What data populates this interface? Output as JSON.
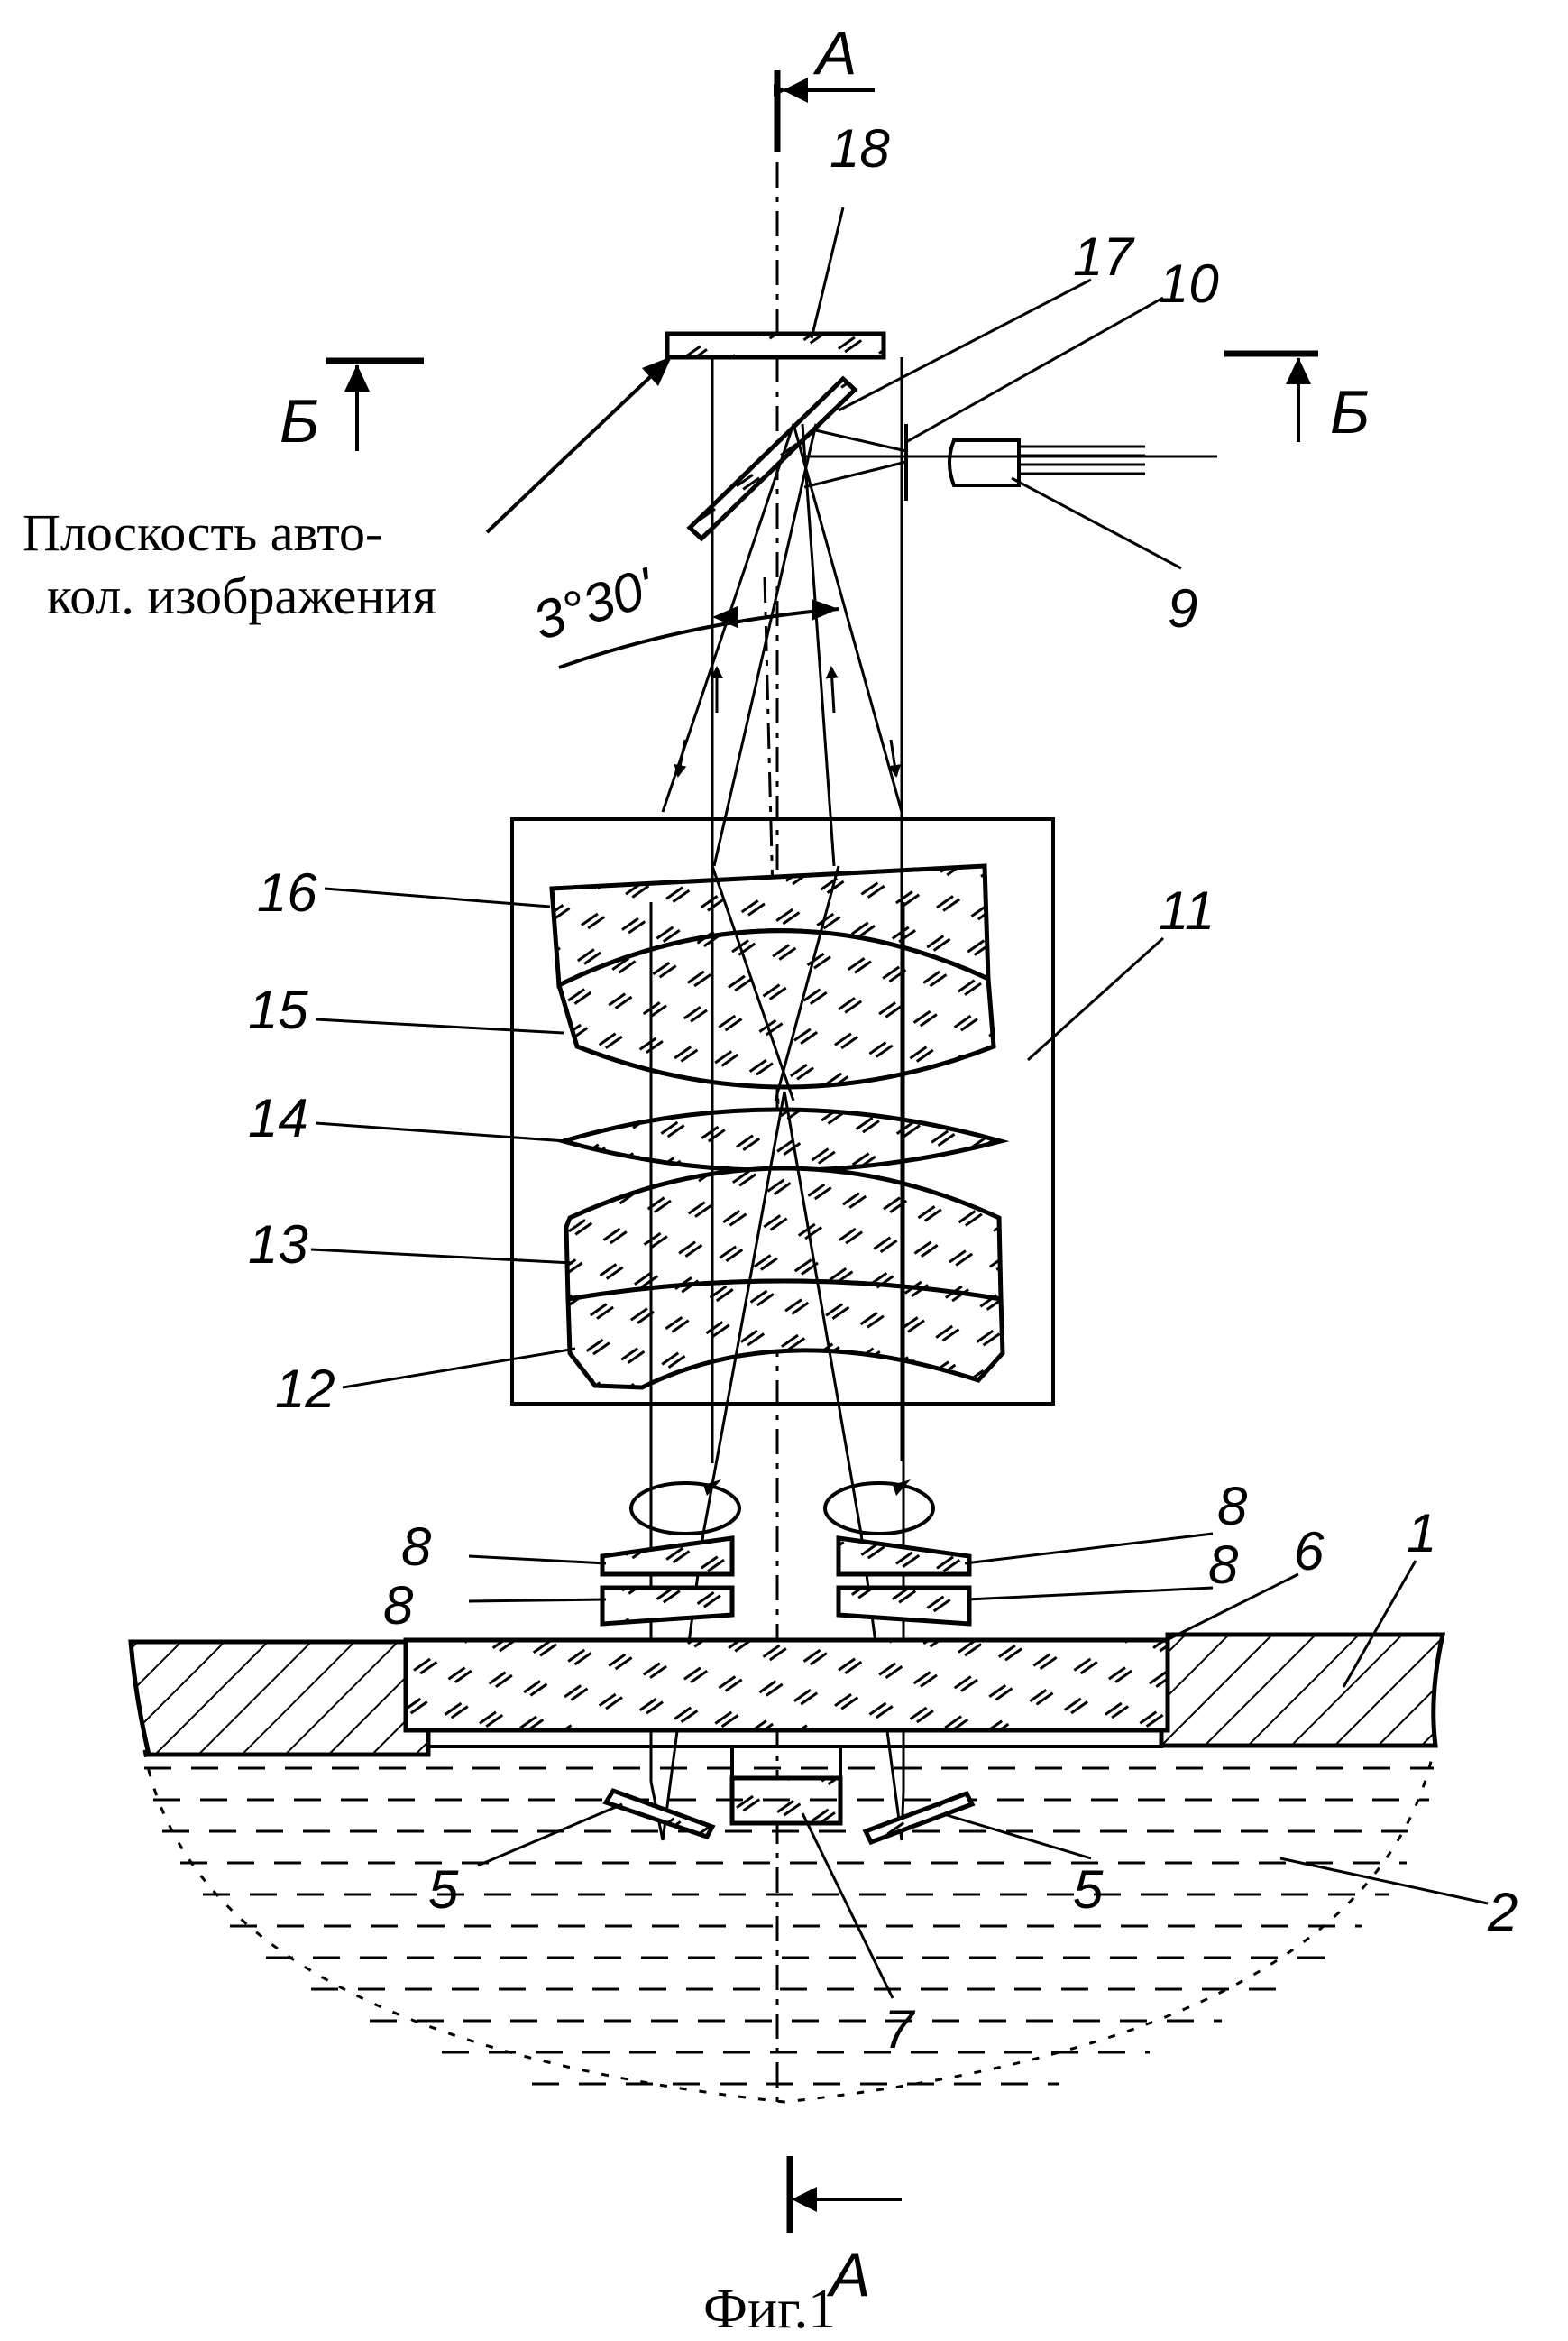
{
  "labels": {
    "section_a_top": "A",
    "section_a_bottom": "A",
    "section_b_left": "Б",
    "section_b_right": "Б",
    "n1": "1",
    "n2": "2",
    "n5_left": "5",
    "n5_right": "5",
    "n6": "6",
    "n7": "7",
    "n8_a": "8",
    "n8_b": "8",
    "n8_c": "8",
    "n8_d": "8",
    "n9": "9",
    "n10": "10",
    "n11": "11",
    "n12": "12",
    "n13": "13",
    "n14": "14",
    "n15": "15",
    "n16": "16",
    "n17": "17",
    "n18": "18",
    "angle": "3°30'"
  },
  "annotation": {
    "line1": "Плоскость авто-",
    "line2": "кол. изображения"
  },
  "caption": "Фиг.1"
}
